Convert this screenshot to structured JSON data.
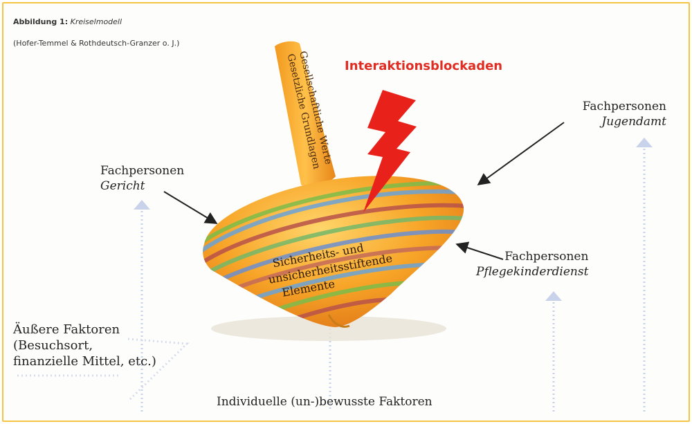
{
  "caption": {
    "bold": "Abbildung 1:",
    "italic": "Kreiselmodell"
  },
  "source": "(Hofer-Temmel & Rothdeutsch-Granzer o. J.)",
  "blockade": "Interaktionsblockaden",
  "stem": {
    "line1": "Gesellschaftliche Werte",
    "line2": "Gesetzliche Grundlagen"
  },
  "body": {
    "line1": "Sicherheits- und",
    "line2": "unsicherheitsstiftende",
    "line3": "Elemente"
  },
  "gericht": {
    "title": "Fachpersonen",
    "sub": "Gericht"
  },
  "jugendamt": {
    "title": "Fachpersonen",
    "sub": "Jugendamt"
  },
  "pflege": {
    "title": "Fachpersonen",
    "sub": "Pflegekinderdienst"
  },
  "aussere": {
    "line1": "Äußere Faktoren",
    "line2": "(Besuchsort,",
    "line3": "finanzielle Mittel, etc.)"
  },
  "individuelle": "Individuelle (un-)bewusste Faktoren",
  "colors": {
    "frame": "#f6c443",
    "top_orange": "#f7a528",
    "lightning": "#e8211b",
    "arrow_dots": "#c8d2ea"
  }
}
